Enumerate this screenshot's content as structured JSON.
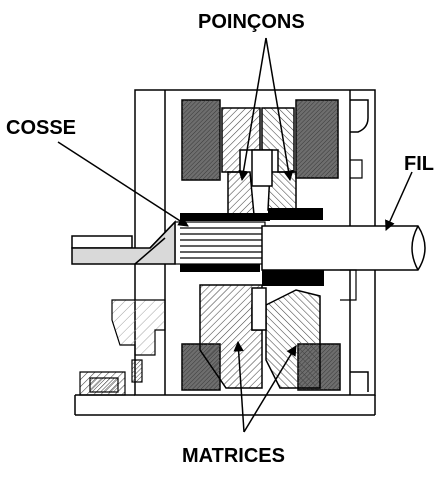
{
  "labels": {
    "punches": "POINÇONS",
    "terminal": "COSSE",
    "wire": "FIL",
    "dies": "MATRICES"
  },
  "colors": {
    "ink": "#000000",
    "paper": "#ffffff",
    "dark_block": "#6e6e6e",
    "light_block": "#d9d9d9",
    "hatch": "#444444"
  }
}
